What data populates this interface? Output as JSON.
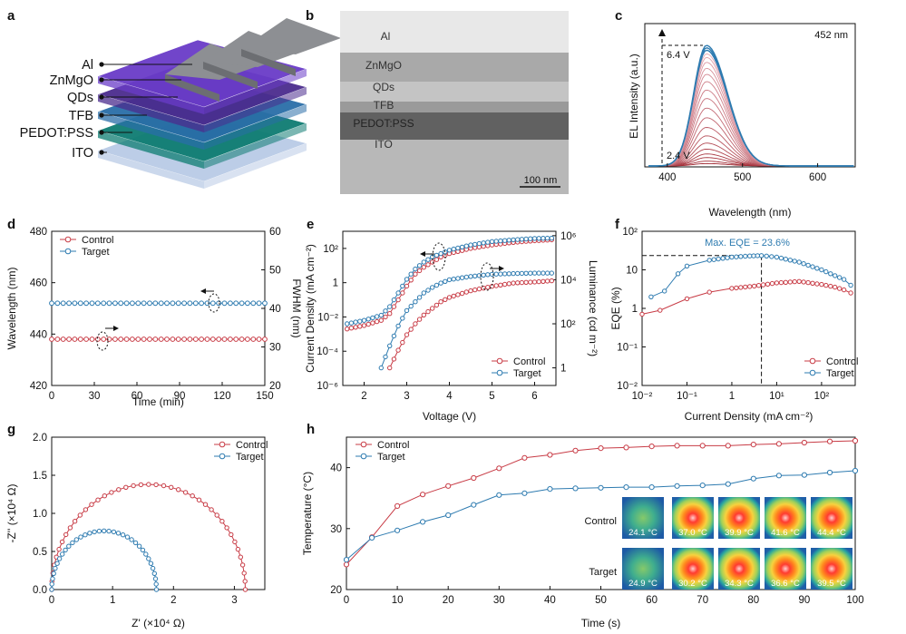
{
  "colors": {
    "control": "#c83c46",
    "target": "#2e7bb0",
    "axis": "#111111"
  },
  "panels": {
    "a": {
      "letter": "a",
      "layers": [
        "Al",
        "ZnMgO",
        "QDs",
        "TFB",
        "PEDOT:PSS",
        "ITO"
      ]
    },
    "b": {
      "letter": "b",
      "layers": [
        "Al",
        "ZnMgO",
        "QDs",
        "TFB",
        "PEDOT:PSS",
        "ITO"
      ],
      "scale_bar": "100 nm"
    },
    "c": {
      "letter": "c",
      "peak_label": "452 nm",
      "v_high": "6.4 V",
      "v_low": "2.4 V"
    },
    "d": {
      "letter": "d"
    },
    "e": {
      "letter": "e"
    },
    "f": {
      "letter": "f",
      "max_label": "Max. EQE = 23.6%"
    },
    "g": {
      "letter": "g"
    },
    "h": {
      "letter": "h",
      "row_labels": [
        "Control",
        "Target"
      ],
      "thermal_control": [
        "24.1 °C",
        "37.0 °C",
        "39.9 °C",
        "41.6 °C",
        "44.4 °C"
      ],
      "thermal_target": [
        "24.9 °C",
        "30.2 °C",
        "34.3 °C",
        "36.6 °C",
        "39.5 °C"
      ]
    }
  },
  "chart_data": [
    {
      "panel": "c",
      "type": "line",
      "xlabel": "Wavelength (nm)",
      "ylabel": "EL Intensity (a.u.)",
      "xlim": [
        370,
        650
      ],
      "xticks": [
        400,
        500,
        600
      ],
      "peak_nm": 452,
      "voltages": [
        2.4,
        2.6,
        2.8,
        3.0,
        3.2,
        3.4,
        3.6,
        3.8,
        4.0,
        4.2,
        4.4,
        4.6,
        4.8,
        5.0,
        5.2,
        5.4,
        5.6,
        5.8,
        6.0,
        6.2,
        6.4
      ],
      "peak_intensity_norm": [
        0.02,
        0.04,
        0.07,
        0.1,
        0.14,
        0.19,
        0.25,
        0.32,
        0.4,
        0.48,
        0.56,
        0.63,
        0.7,
        0.76,
        0.81,
        0.86,
        0.9,
        0.93,
        0.96,
        0.98,
        1.0
      ]
    },
    {
      "panel": "d",
      "type": "line",
      "xlabel": "Time (min)",
      "ylabel": "Wavelength (nm)",
      "y2label": "FWHM (nm)",
      "xlim": [
        0,
        150
      ],
      "ylim": [
        420,
        480
      ],
      "y2lim": [
        20,
        60
      ],
      "xticks": [
        0,
        30,
        60,
        90,
        120,
        150
      ],
      "yticks": [
        420,
        440,
        460,
        480
      ],
      "y2ticks": [
        20,
        30,
        40,
        50,
        60
      ],
      "series": [
        {
          "name": "Control",
          "axis": "y2",
          "x_start": 0,
          "x_end": 150,
          "n_points": 38,
          "value": 32
        },
        {
          "name": "Target",
          "axis": "y",
          "x_start": 0,
          "x_end": 150,
          "n_points": 38,
          "value": 452
        }
      ]
    },
    {
      "panel": "e",
      "type": "line",
      "xlabel": "Voltage (V)",
      "ylabel": "Current Density (mA cm⁻²)",
      "y2label": "Luminance (cd m⁻²)",
      "xlim": [
        1.5,
        6.5
      ],
      "xticks": [
        2,
        3,
        4,
        5,
        6
      ],
      "yticks": [
        "10⁻⁶",
        "10⁻⁴",
        "10⁻²",
        "1",
        "10²"
      ],
      "y2ticks": [
        "1",
        "10²",
        "10⁴",
        "10⁶"
      ],
      "series": [
        {
          "name": "Control",
          "quantity": "current",
          "x": [
            1.6,
            2.0,
            2.4,
            2.6,
            2.8,
            3.0,
            3.2,
            3.4,
            3.6,
            3.8,
            4.0,
            4.5,
            5.0,
            5.5,
            6.0,
            6.4
          ],
          "y_log10": [
            -2.7,
            -2.5,
            -2.2,
            -1.8,
            -1.0,
            -0.2,
            0.5,
            0.9,
            1.2,
            1.5,
            1.7,
            2.0,
            2.2,
            2.35,
            2.45,
            2.5
          ]
        },
        {
          "name": "Target",
          "quantity": "current",
          "x": [
            1.6,
            2.0,
            2.4,
            2.6,
            2.8,
            3.0,
            3.2,
            3.4,
            3.6,
            3.8,
            4.0,
            4.5,
            5.0,
            5.5,
            6.0,
            6.4
          ],
          "y_log10": [
            -2.4,
            -2.2,
            -1.9,
            -1.4,
            -0.6,
            0.2,
            0.8,
            1.2,
            1.5,
            1.7,
            1.9,
            2.2,
            2.4,
            2.5,
            2.58,
            2.6
          ]
        },
        {
          "name": "Control",
          "quantity": "luminance",
          "x": [
            2.6,
            2.8,
            3.0,
            3.2,
            3.4,
            3.6,
            3.8,
            4.0,
            4.5,
            5.0,
            5.5,
            6.0,
            6.4
          ],
          "y_log10": [
            0.0,
            0.8,
            1.5,
            2.0,
            2.4,
            2.7,
            3.0,
            3.2,
            3.5,
            3.7,
            3.85,
            3.9,
            3.95
          ]
        },
        {
          "name": "Target",
          "quantity": "luminance",
          "x": [
            2.4,
            2.6,
            2.8,
            3.0,
            3.2,
            3.4,
            3.6,
            3.8,
            4.0,
            4.5,
            5.0,
            5.5,
            6.0,
            6.4
          ],
          "y_log10": [
            0.0,
            1.0,
            1.9,
            2.6,
            3.0,
            3.4,
            3.65,
            3.85,
            4.0,
            4.15,
            4.25,
            4.28,
            4.3,
            4.3
          ]
        }
      ]
    },
    {
      "panel": "f",
      "type": "line",
      "xlabel": "Current Density (mA cm⁻²)",
      "ylabel": "EQE (%)",
      "xticks": [
        "10⁻²",
        "10⁻¹",
        "1",
        "10¹",
        "10²"
      ],
      "yticks": [
        "10⁻²",
        "10⁻¹",
        "1",
        "10",
        "10²"
      ],
      "series": [
        {
          "name": "Control",
          "x_log10": [
            -2.0,
            -1.6,
            -1.0,
            -0.5,
            0.0,
            0.5,
            1.0,
            1.5,
            2.0,
            2.3,
            2.5,
            2.65
          ],
          "y_log10": [
            -0.15,
            -0.05,
            0.25,
            0.42,
            0.52,
            0.58,
            0.66,
            0.7,
            0.62,
            0.55,
            0.48,
            0.4
          ]
        },
        {
          "name": "Target",
          "x_log10": [
            -1.8,
            -1.5,
            -1.2,
            -1.0,
            -0.5,
            0.0,
            0.4,
            0.66,
            1.0,
            1.5,
            2.0,
            2.3,
            2.5,
            2.65
          ],
          "y_log10": [
            0.3,
            0.45,
            0.9,
            1.1,
            1.25,
            1.33,
            1.36,
            1.37,
            1.33,
            1.2,
            1.0,
            0.85,
            0.75,
            0.6
          ]
        }
      ]
    },
    {
      "panel": "g",
      "type": "scatter",
      "xlabel": "Z' (×10⁴ Ω)",
      "ylabel": "-Z'' (×10⁴ Ω)",
      "xlim": [
        0,
        3.5
      ],
      "ylim": [
        0,
        2.0
      ],
      "xticks": [
        0,
        1,
        2,
        3
      ],
      "yticks": [
        0,
        0.5,
        1.0,
        1.5,
        2.0
      ],
      "series": [
        {
          "name": "Control",
          "z_start": 0.0,
          "z_end": 3.18,
          "max_height": 1.38
        },
        {
          "name": "Target",
          "z_start": 0.0,
          "z_end": 1.72,
          "max_height": 0.77
        }
      ]
    },
    {
      "panel": "h",
      "type": "line",
      "xlabel": "Time (s)",
      "ylabel": "Temperature (°C)",
      "xlim": [
        0,
        100
      ],
      "ylim": [
        20,
        45
      ],
      "xticks": [
        0,
        10,
        20,
        30,
        40,
        50,
        60,
        70,
        80,
        90,
        100
      ],
      "yticks": [
        20,
        30,
        40
      ],
      "series": [
        {
          "name": "Control",
          "x": [
            0,
            5,
            10,
            15,
            20,
            25,
            30,
            35,
            40,
            45,
            50,
            55,
            60,
            65,
            70,
            75,
            80,
            85,
            90,
            95,
            100
          ],
          "values": [
            24.1,
            28.6,
            33.7,
            35.6,
            37.0,
            38.3,
            39.9,
            41.6,
            42.1,
            42.8,
            43.2,
            43.3,
            43.5,
            43.6,
            43.6,
            43.6,
            43.8,
            43.9,
            44.1,
            44.3,
            44.4
          ]
        },
        {
          "name": "Target",
          "x": [
            0,
            5,
            10,
            15,
            20,
            25,
            30,
            35,
            40,
            45,
            50,
            55,
            60,
            65,
            70,
            75,
            80,
            85,
            90,
            95,
            100
          ],
          "values": [
            24.9,
            28.5,
            29.7,
            31.1,
            32.2,
            33.9,
            35.5,
            35.8,
            36.5,
            36.6,
            36.7,
            36.8,
            36.8,
            37.0,
            37.1,
            37.3,
            38.2,
            38.7,
            38.8,
            39.2,
            39.5
          ]
        }
      ]
    }
  ]
}
